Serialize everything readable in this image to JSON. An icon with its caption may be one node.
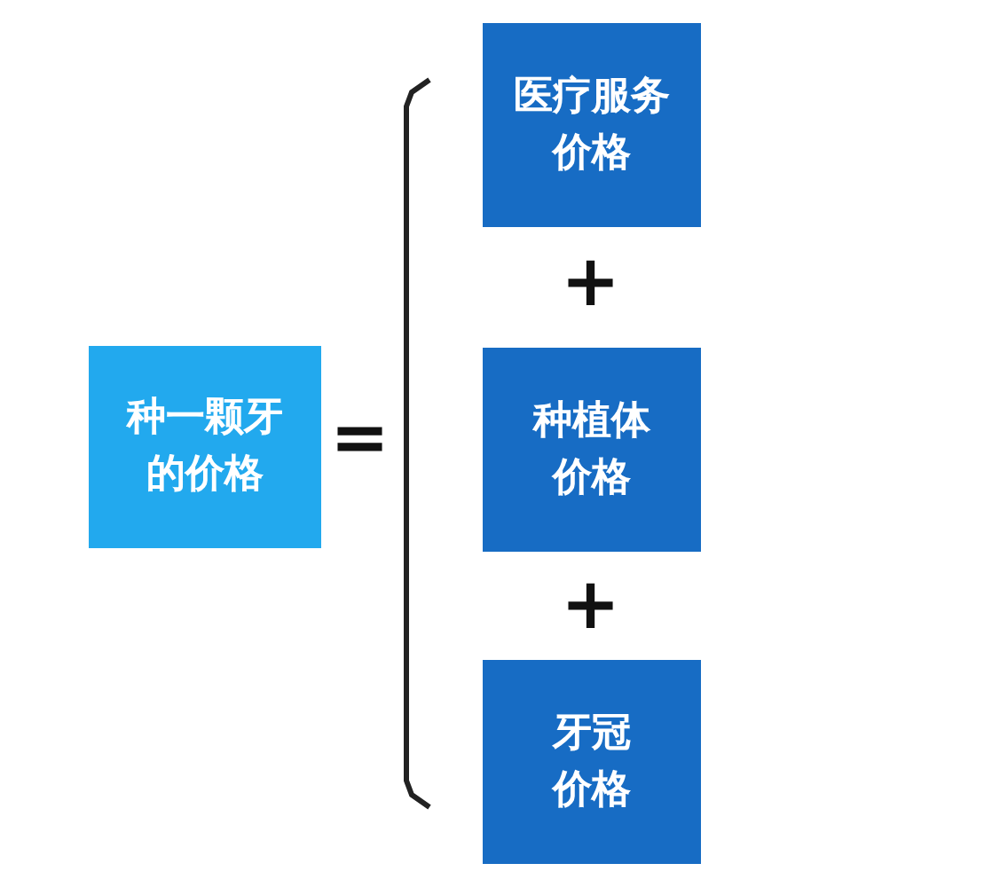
{
  "diagram": {
    "nodes": [
      {
        "text": [
          "种一颗牙的价格"
        ]
      },
      {
        "text": [
          "医疗服务价格"
        ]
      },
      {
        "text": [
          "种植体价格"
        ]
      },
      {
        "text": [
          "牙冠价格"
        ]
      }
    ],
    "labels": [
      "=",
      "+",
      "+"
    ]
  }
}
